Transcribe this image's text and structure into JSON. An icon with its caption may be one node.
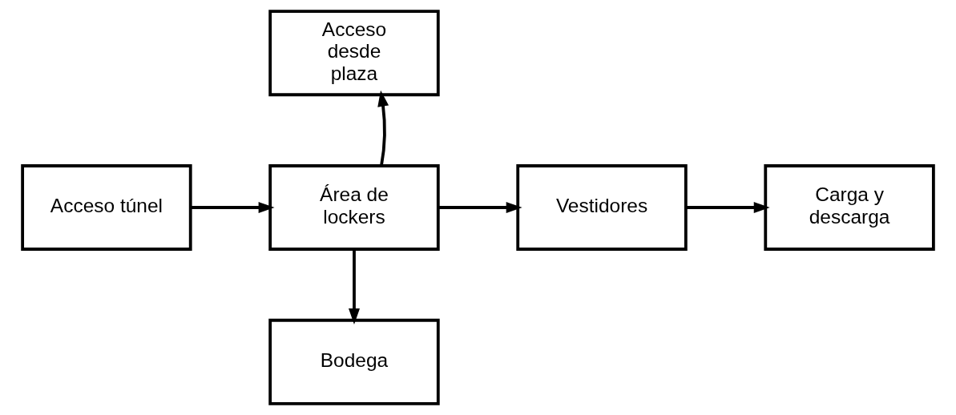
{
  "diagram": {
    "nodes": [
      {
        "text": [
          "Acceso desde plaza"
        ]
      },
      {
        "text": [
          "Acceso túnel"
        ]
      },
      {
        "text": [
          "Área de lockers"
        ]
      },
      {
        "text": [
          "Vestidores"
        ]
      },
      {
        "text": [
          "Carga y descarga"
        ]
      },
      {
        "text": [
          "Bodega"
        ]
      }
    ],
    "edges": [
      {
        "from": 1,
        "to": 2,
        "arrow": "to"
      },
      {
        "from": 2,
        "to": 0,
        "arrow": "to"
      },
      {
        "from": 2,
        "to": 3,
        "arrow": "to"
      },
      {
        "from": 3,
        "to": 4,
        "arrow": "to"
      },
      {
        "from": 2,
        "to": 5,
        "arrow": "to"
      }
    ]
  }
}
